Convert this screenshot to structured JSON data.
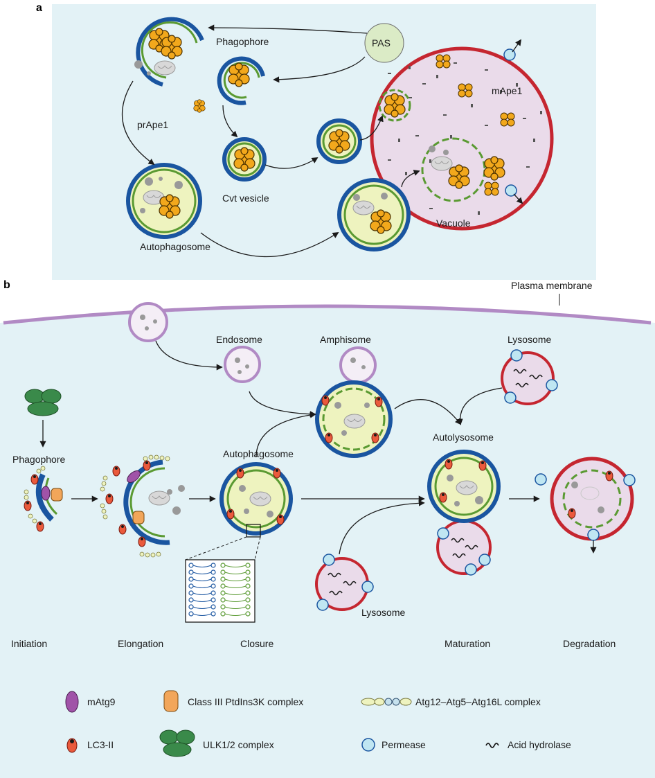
{
  "panel_a": {
    "letter": "a",
    "phagophore": "Phagophore",
    "pas": "PAS",
    "prape1": "prApe1",
    "cvt_vesicle": "Cvt vesicle",
    "autophagosome": "Autophagosome",
    "vacuole": "Vacuole",
    "mape1": "mApe1"
  },
  "panel_b": {
    "letter": "b",
    "plasma_membrane": "Plasma membrane",
    "endosome": "Endosome",
    "amphisome": "Amphisome",
    "lysosome_top": "Lysosome",
    "lysosome_bottom": "Lysosome",
    "phagophore": "Phagophore",
    "autophagosome": "Autophagosome",
    "autolysosome": "Autolysosome",
    "stages": [
      "Initiation",
      "Elongation",
      "Closure",
      "Maturation",
      "Degradation"
    ]
  },
  "legend": {
    "matg9": "mAtg9",
    "pi3k": "Class III PtdIns3K complex",
    "atg12": "Atg12–Atg5–Atg16L complex",
    "lc3": "LC3-II",
    "ulk": "ULK1/2 complex",
    "permease": "Permease",
    "hydrolase": "Acid hydrolase"
  },
  "colors": {
    "panel_bg": "#e3f2f6",
    "outer_membrane": "#1a55a0",
    "inner_membrane": "#5a9a32",
    "vesicle_lumen": "#eef3bf",
    "vacuole_border": "#c52630",
    "vacuole_lumen": "#eadbea",
    "endosome_border": "#b18ac4",
    "ape1": "#f2a81c",
    "permease": "#bfe6f2"
  }
}
